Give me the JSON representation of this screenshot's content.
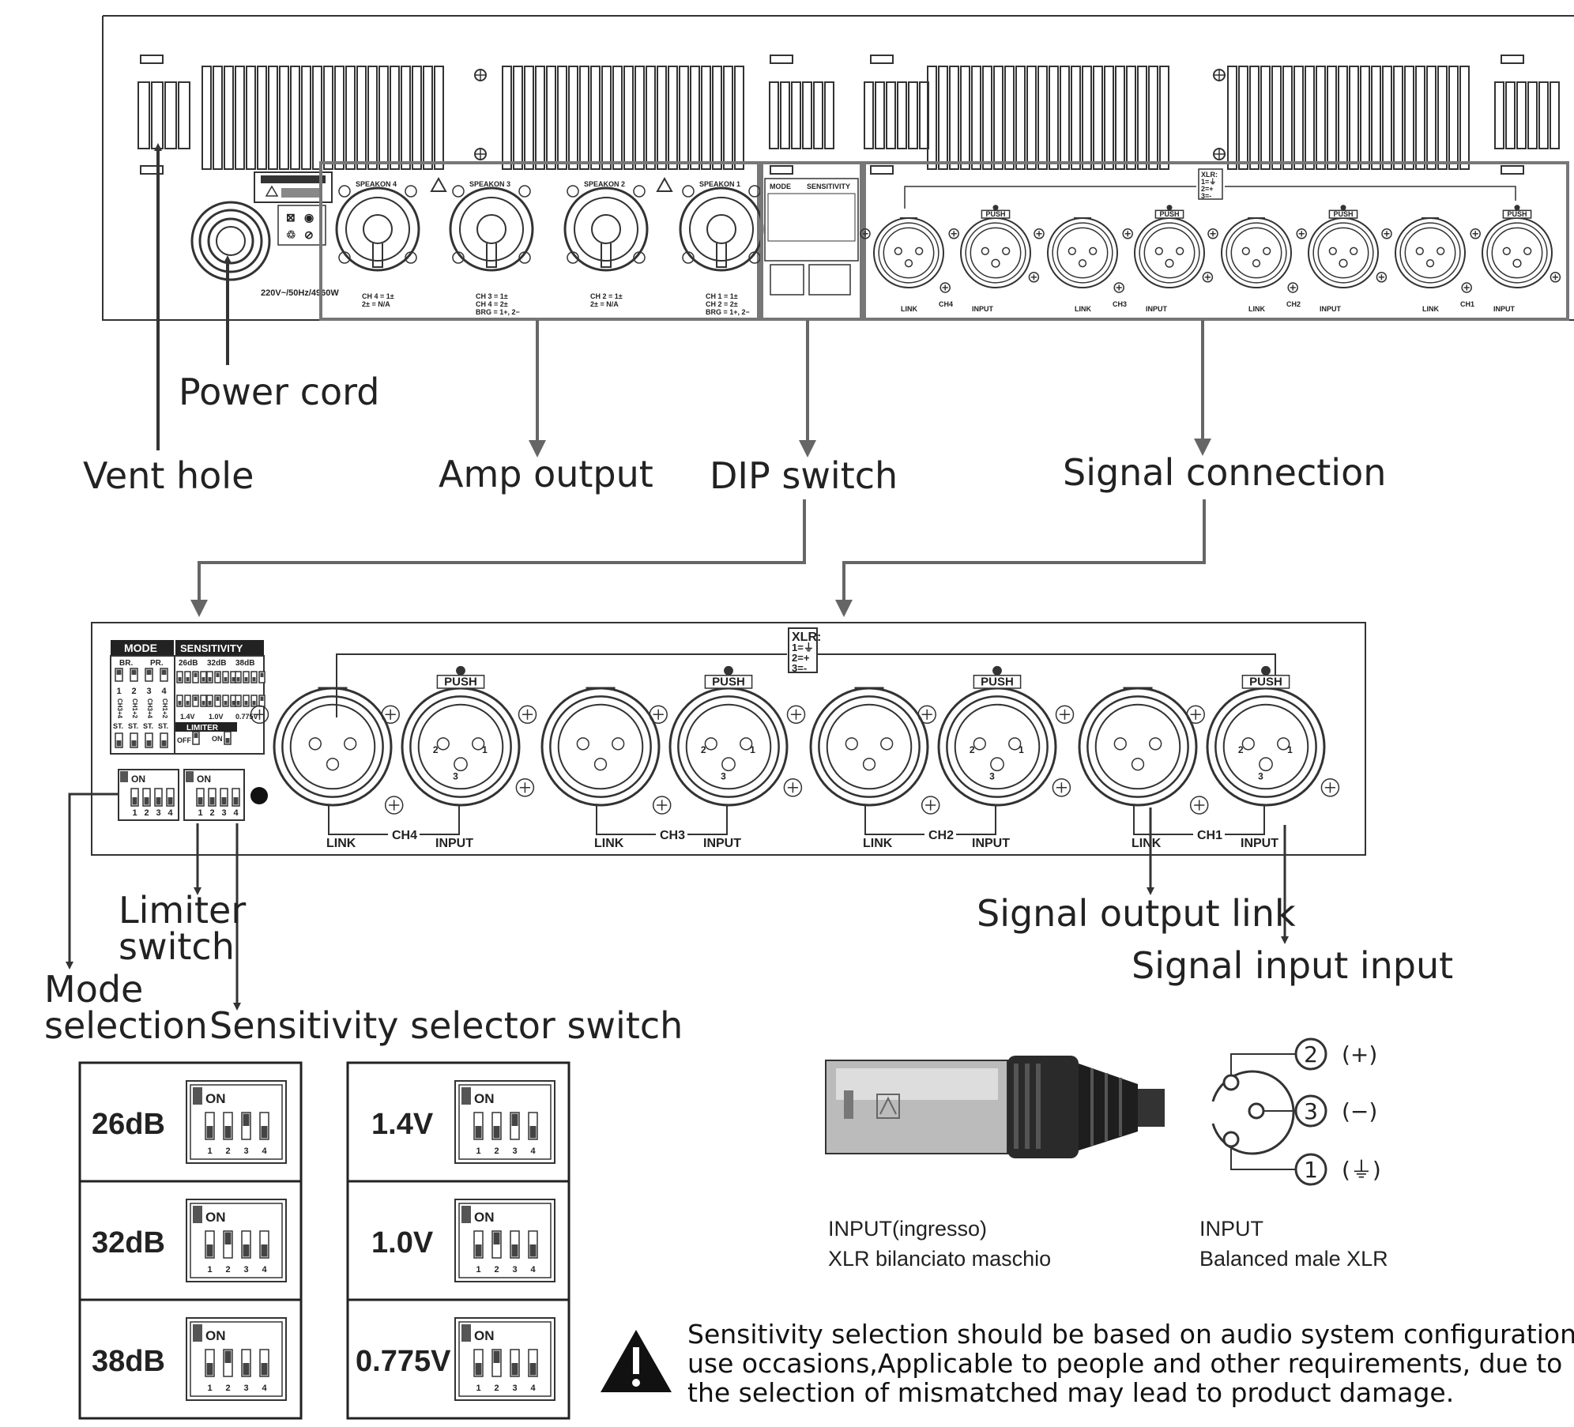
{
  "callouts": {
    "vent_hole": "Vent hole",
    "power_cord": "Power cord",
    "amp_output": "Amp output",
    "dip_switch": "DIP switch",
    "signal_connection": "Signal connection",
    "limiter_switch_line1": "Limiter",
    "limiter_switch_line2": "switch",
    "mode_selection_line1": "Mode",
    "mode_selection_line2": "selection",
    "sensitivity_selector": "Sensitivity selector switch",
    "signal_output_link": "Signal output link",
    "signal_input_input": "Signal input input"
  },
  "rear_panel": {
    "power_rating": "220V~/50Hz/4960W",
    "speakon_labels": [
      "SPEAKON 4",
      "SPEAKON 3",
      "SPEAKON 2",
      "SPEAKON 1"
    ],
    "speakon_notes": [
      [
        "CH 4 = 1±",
        "2± = N/A"
      ],
      [
        "CH 3 = 1±",
        "CH 4 = 2±",
        "BRG = 1+, 2−"
      ],
      [
        "CH 2 = 1±",
        "2± = N/A"
      ],
      [
        "CH 1 = 1±",
        "CH 2 = 2±",
        "BRG = 1+, 2−"
      ]
    ],
    "mode_header": "MODE",
    "sensitivity_header": "SENSITIVITY",
    "xlr_legend": [
      "XLR:",
      "1=⏚",
      "2=+",
      "3=-"
    ],
    "link_label": "LINK",
    "input_label": "INPUT",
    "push_label": "PUSH",
    "channels": [
      "CH4",
      "CH3",
      "CH2",
      "CH1"
    ]
  },
  "detail_panel": {
    "mode_header": "MODE",
    "sensitivity_header": "SENSITIVITY",
    "mode_cols": [
      "BR.",
      "PR."
    ],
    "sens_cols": [
      "26dB",
      "32dB",
      "38dB"
    ],
    "switch_nums": [
      "1",
      "2",
      "3",
      "4"
    ],
    "mode_vals": [
      "CH3+4",
      "CH1+2",
      "CH3+4",
      "CH1+2"
    ],
    "sens_voltages": [
      "1.4V",
      "1.0V",
      "0.775V"
    ],
    "st_labels": [
      "ST.",
      "ST.",
      "ST.",
      "ST."
    ],
    "limiter_header": "LIMITER",
    "limiter_off": "OFF",
    "limiter_on": "ON",
    "on_label": "ON",
    "xlr_legend": [
      "XLR:",
      "1=⏚",
      "2=+",
      "3=-"
    ],
    "link_label": "LINK",
    "input_label": "INPUT",
    "push_label": "PUSH",
    "channels": [
      "CH4",
      "CH3",
      "CH2",
      "CH1"
    ]
  },
  "sensitivity_table": {
    "gain_rows": [
      "26dB",
      "32dB",
      "38dB"
    ],
    "voltage_rows": [
      "1.4V",
      "1.0V",
      "0.775V"
    ],
    "on_label": "ON",
    "switch_nums": [
      "1",
      "2",
      "3",
      "4"
    ]
  },
  "xlr_connector": {
    "label_it_line1": "INPUT(ingresso)",
    "label_it_line2": "XLR bilanciato maschio",
    "label_en_line1": "INPUT",
    "label_en_line2": "Balanced male XLR",
    "pins": [
      {
        "num": "2",
        "sign": "(+)"
      },
      {
        "num": "3",
        "sign": "(−)"
      },
      {
        "num": "1",
        "sign": "(⏚)"
      }
    ]
  },
  "warning": {
    "line1": "Sensitivity selection should be based on audio system configuration,",
    "line2": "use occasions,Applicable to people and other requirements, due to",
    "line3": "the selection of mismatched may lead to product damage."
  }
}
